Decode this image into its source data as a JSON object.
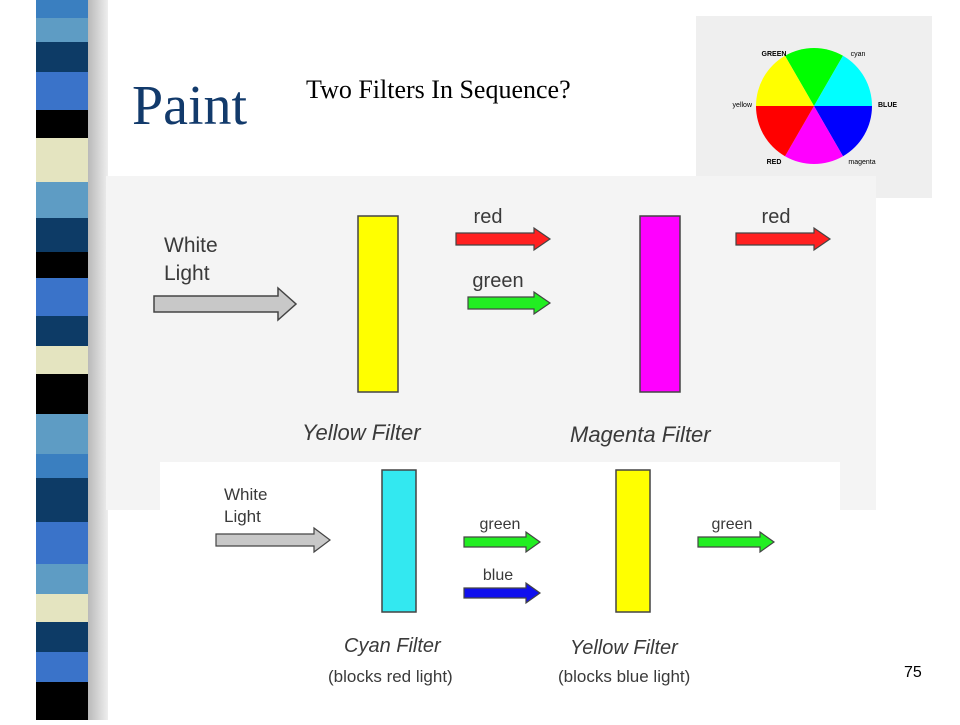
{
  "slide": {
    "title": "Paint",
    "subtitle": "Two Filters In Sequence?",
    "page_number": "75"
  },
  "color_wheel": {
    "labels": [
      "GREEN",
      "cyan",
      "BLUE",
      "magenta",
      "RED",
      "yellow"
    ],
    "colors": [
      "#00ff00",
      "#00ffff",
      "#0000ff",
      "#ff00ff",
      "#ff0000",
      "#ffff00"
    ]
  },
  "diagram1": {
    "input_label": [
      "White",
      "Light"
    ],
    "filter1_label": "Yellow Filter",
    "filter2_label": "Magenta Filter",
    "mid_arrows": [
      "red",
      "green"
    ],
    "out_arrows": [
      "red"
    ]
  },
  "diagram2": {
    "input_label": [
      "White",
      "Light"
    ],
    "filter1_label": "Cyan Filter",
    "filter1_note": "(blocks red light)",
    "filter2_label": "Yellow Filter",
    "filter2_note": "(blocks blue light)",
    "mid_arrows": [
      "green",
      "blue"
    ],
    "out_arrows": [
      "green"
    ]
  },
  "colors": {
    "title": "#123a6b",
    "yellow": "#ffff00",
    "magenta": "#ff00ff",
    "cyan": "#33e8f0",
    "red": "#ff2020",
    "green": "#22ee22",
    "blue": "#1010ee",
    "gray": "#c8c8c8"
  }
}
